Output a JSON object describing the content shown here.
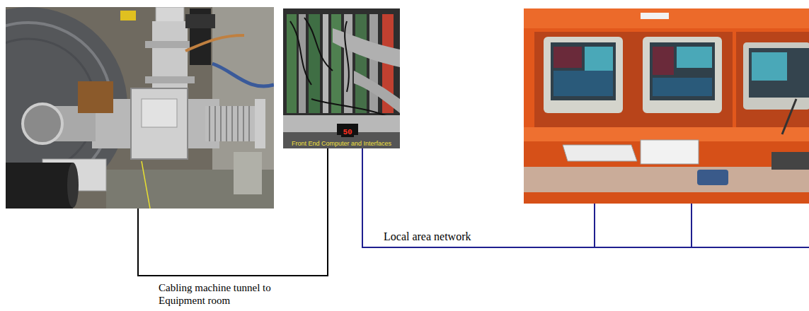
{
  "diagram": {
    "labels": [
      "50",
      "Front End Computer and Interfaces",
      "Local area network",
      "Cabling machine tunnel to Equipment room"
    ]
  }
}
